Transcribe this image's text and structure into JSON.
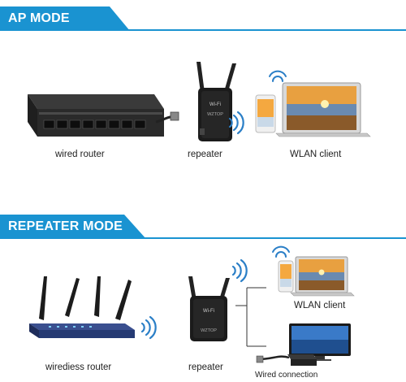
{
  "ap_mode": {
    "title": "AP MODE",
    "labels": {
      "wired_router": "wired router",
      "repeater": "repeater",
      "wlan_client": "WLAN client"
    }
  },
  "repeater_mode": {
    "title": "REPEATER MODE",
    "labels": {
      "wireless_router": "wirediess router",
      "repeater": "repeater",
      "wlan_client": "WLAN client",
      "wired_connection": "Wired connection"
    }
  },
  "device": {
    "brand_text": "WZTOP"
  },
  "colors": {
    "banner": "#1a93d1",
    "device_dark": "#1b1b1b",
    "router_blue": "#2a3f7a",
    "signal_blue": "#2b7fc7"
  },
  "icons": [
    "wifi-signal-icon",
    "laptop-icon",
    "phone-icon",
    "tv-monitor-icon",
    "ethernet-cable-icon"
  ]
}
